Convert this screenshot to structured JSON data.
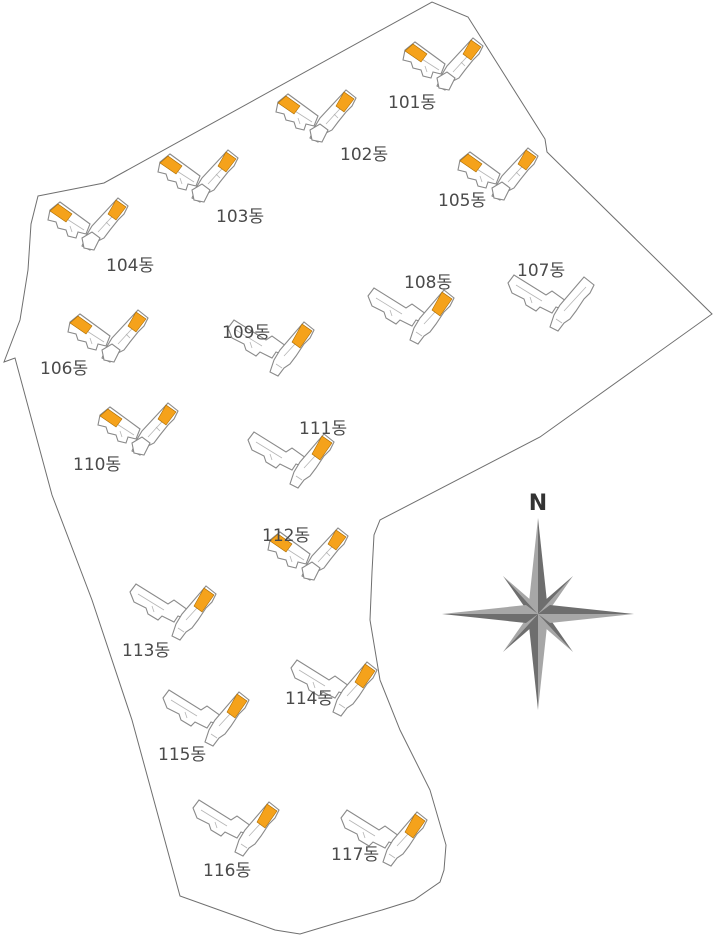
{
  "colors": {
    "highlight_unit": "#F5A21B",
    "building_outline": "#8a8a8a",
    "site_boundary": "#6f6f6f",
    "label_text": "#4a4a4a",
    "compass_dark": "#6e6e6e",
    "compass_light": "#a7a7a7"
  },
  "compass": {
    "north_label": "N"
  },
  "buildings": [
    {
      "id": "101",
      "label": "101동",
      "shape": "V",
      "highlighted": true
    },
    {
      "id": "102",
      "label": "102동",
      "shape": "V",
      "highlighted": true
    },
    {
      "id": "103",
      "label": "103동",
      "shape": "V",
      "highlighted": true
    },
    {
      "id": "104",
      "label": "104동",
      "shape": "V",
      "highlighted": true
    },
    {
      "id": "105",
      "label": "105동",
      "shape": "V",
      "highlighted": true
    },
    {
      "id": "106",
      "label": "106동",
      "shape": "V",
      "highlighted": true
    },
    {
      "id": "107",
      "label": "107동",
      "shape": "L",
      "highlighted": false
    },
    {
      "id": "108",
      "label": "108동",
      "shape": "L",
      "highlighted": true
    },
    {
      "id": "109",
      "label": "109동",
      "shape": "L",
      "highlighted": true
    },
    {
      "id": "110",
      "label": "110동",
      "shape": "V",
      "highlighted": true
    },
    {
      "id": "111",
      "label": "111동",
      "shape": "L",
      "highlighted": true
    },
    {
      "id": "112",
      "label": "112동",
      "shape": "V",
      "highlighted": true
    },
    {
      "id": "113",
      "label": "113동",
      "shape": "L",
      "highlighted": true
    },
    {
      "id": "114",
      "label": "114동",
      "shape": "L",
      "highlighted": true
    },
    {
      "id": "115",
      "label": "115동",
      "shape": "L",
      "highlighted": true
    },
    {
      "id": "116",
      "label": "116동",
      "shape": "L",
      "highlighted": true
    },
    {
      "id": "117",
      "label": "117동",
      "shape": "L",
      "highlighted": true
    }
  ]
}
